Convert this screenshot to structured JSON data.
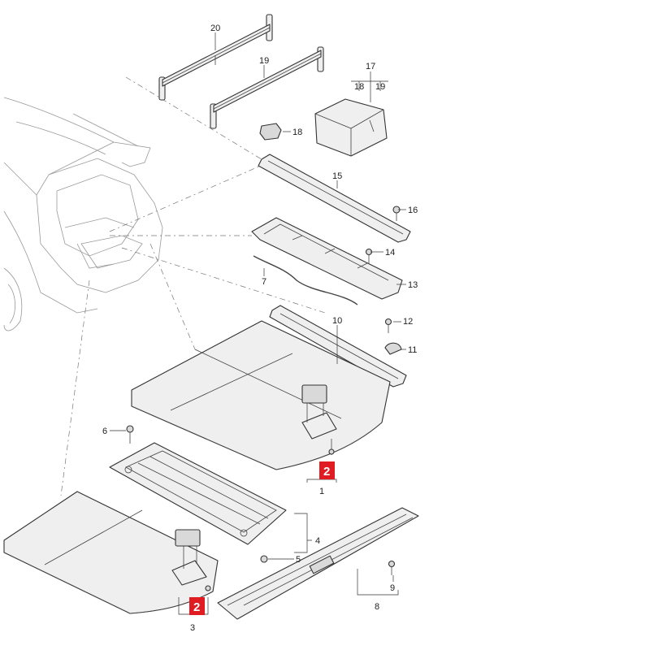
{
  "callouts": {
    "c1": "1",
    "c2a": "2",
    "c2b": "2",
    "c3": "3",
    "c4": "4",
    "c5": "5",
    "c6": "6",
    "c7": "7",
    "c8": "8",
    "c9": "9",
    "c10": "10",
    "c11": "11",
    "c12": "12",
    "c13": "13",
    "c14": "14",
    "c15": "15",
    "c16": "16",
    "c17": "17",
    "c18": "18",
    "c18b": "18",
    "c19": "19",
    "c19b": "19",
    "c20": "20"
  },
  "colors": {
    "highlight_badge": "#e01b22"
  }
}
